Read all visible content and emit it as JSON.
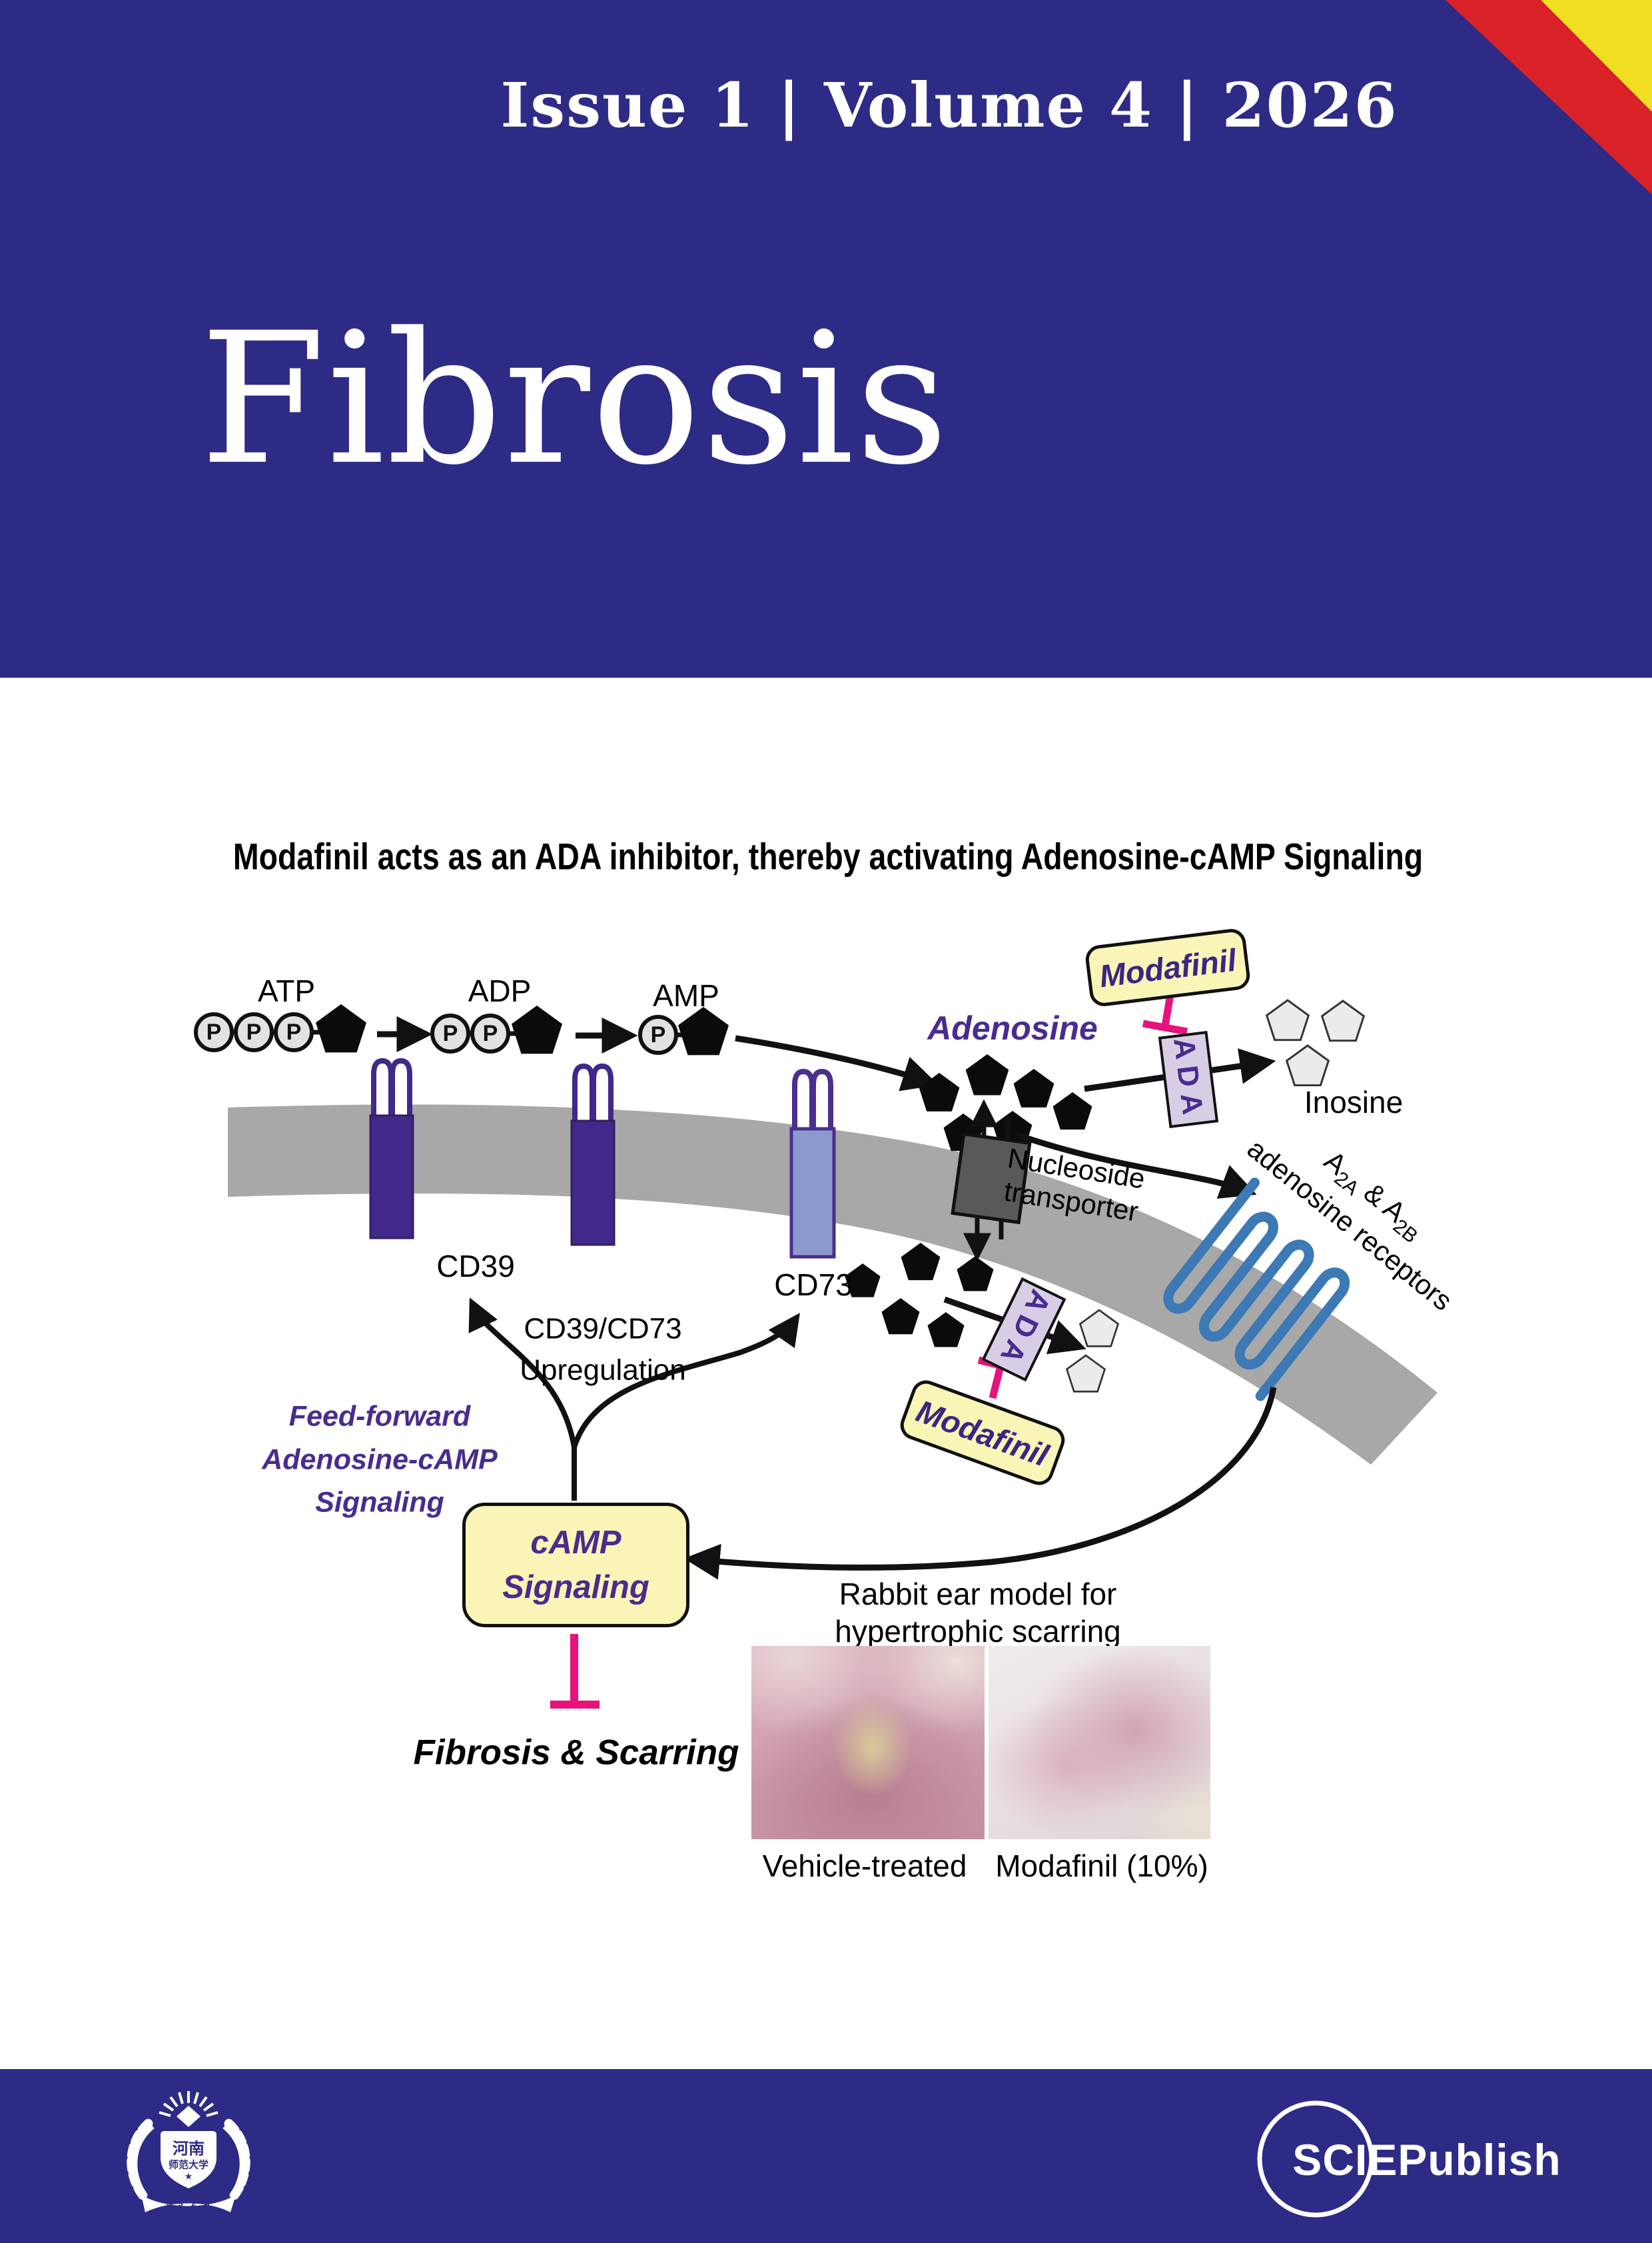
{
  "header": {
    "issue_line": "Issue 1 | Volume 4 | 2026",
    "journal_title": "Fibrosis"
  },
  "diagram": {
    "title": "Modafinil acts as an ADA inhibitor, thereby activating Adenosine-cAMP Signaling",
    "molecules": {
      "atp": "ATP",
      "adp": "ADP",
      "amp": "AMP",
      "phosphate": "P",
      "adenosine": "Adenosine",
      "inosine": "Inosine"
    },
    "enzymes": {
      "cd39": "CD39",
      "cd73": "CD73",
      "ada": "ADA"
    },
    "drug": "Modafinil",
    "nucleoside_transporter": {
      "line1": "Nucleoside",
      "line2": "transporter"
    },
    "receptors": {
      "a1": "A",
      "sub1": "2A",
      "mid": " & A",
      "sub2": "2B",
      "line2": "adenosine receptors"
    },
    "upregulation": {
      "line1": "CD39/CD73",
      "line2": "Upregulation"
    },
    "feed_forward": {
      "line1": "Feed-forward",
      "line2": "Adenosine-cAMP",
      "line3": "Signaling"
    },
    "camp": {
      "line1": "cAMP",
      "line2": "Signaling"
    },
    "outcome": "Fibrosis & Scarring",
    "rabbit_model": {
      "line1": "Rabbit ear model for",
      "line2": "hypertrophic scarring"
    },
    "photos": {
      "left_label": "Vehicle-treated",
      "right_label": "Modafinil (10%)"
    }
  },
  "footer": {
    "publisher": "SCIEPublish",
    "university": {
      "name_top": "河南",
      "name_bottom": "师范大学",
      "star": "★",
      "year": "1 9 2 3"
    }
  },
  "colors": {
    "navy": "#2E2B87",
    "red_stripe": "#D92128",
    "corner_yellow": "#F2DE21",
    "box_yellow": "#F8F5B6",
    "ada_lavender": "#D7CEE5",
    "purple_text": "#3A2683",
    "purple_deep": "#4A2B8E",
    "inhibit_pink": "#E8127C",
    "membrane_gray": "#A8A8A8",
    "cd39_purple": "#41288A",
    "cd73_periwinkle": "#8C99CE",
    "receptor_blue": "#3C79B5"
  }
}
